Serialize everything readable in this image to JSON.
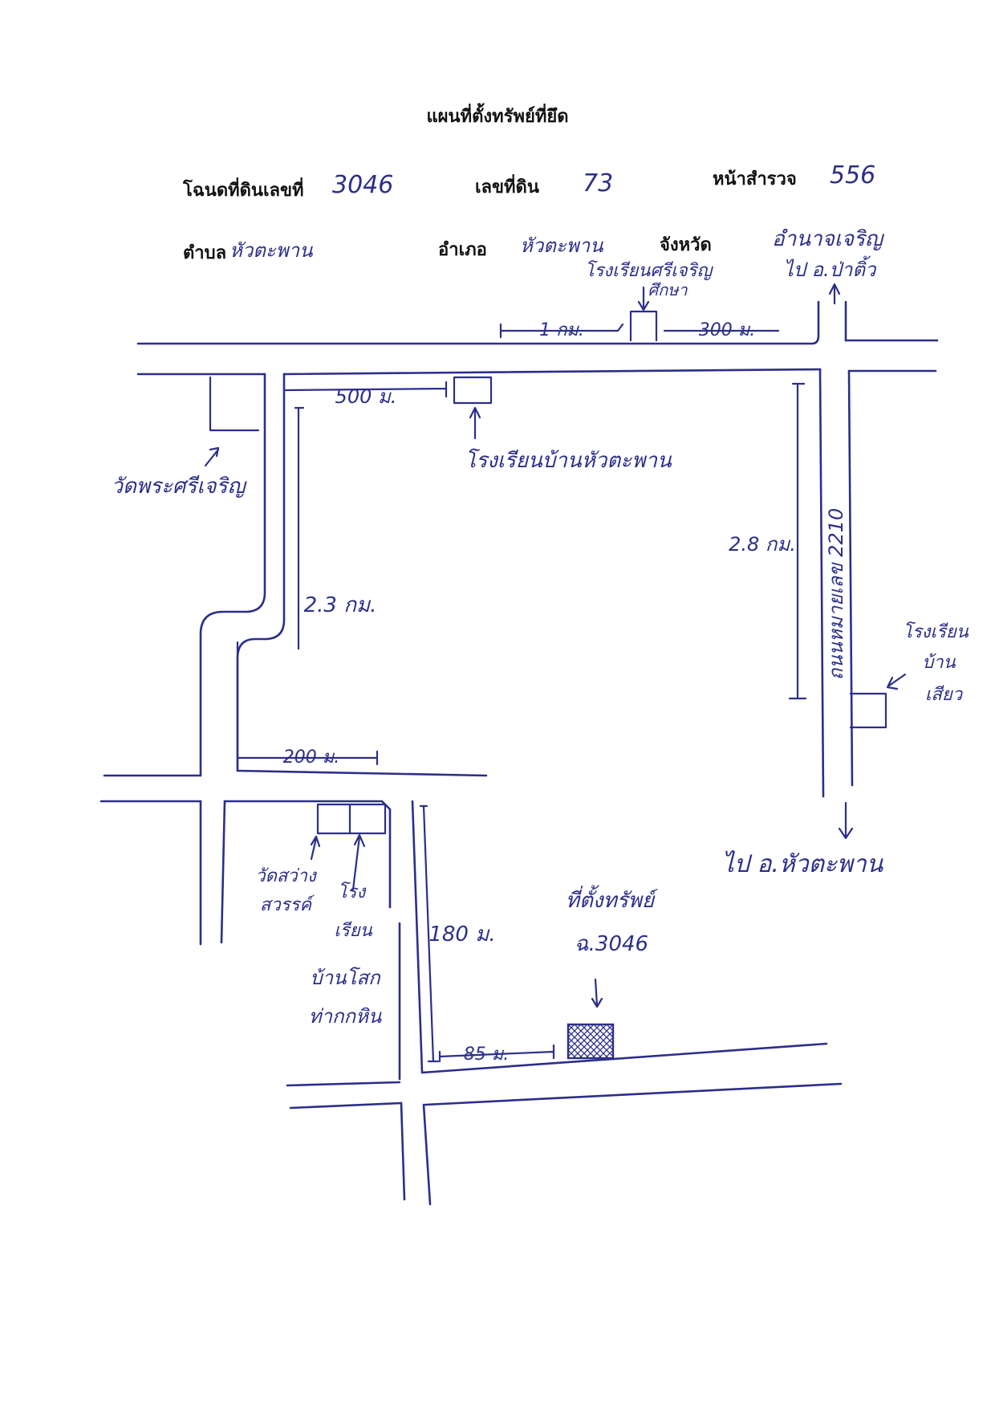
{
  "title": "แผนที่ตั้งทรัพย์ที่ยึด",
  "fields": {
    "deed_label": "โฉนดที่ดินเลขที่",
    "deed_value": "3046",
    "land_no_label": "เลขที่ดิน",
    "land_no_value": "73",
    "survey_label": "หน้าสำรวจ",
    "survey_value": "556",
    "subdistrict_label": "ตำบล",
    "subdistrict_value": "หัวตะพาน",
    "district_label": "อำเภอ",
    "district_value": "หัวตะพาน",
    "province_label": "จังหวัด",
    "province_value": "อำนาจเจริญ"
  },
  "map": {
    "school_sri_charoen_line1": "โรงเรียนศรีเจริญ",
    "school_sri_charoen_line2": "ศึกษา",
    "to_pa_tio": "ไป อ.ป่าติ้ว",
    "dist_1km": "1 กม.",
    "dist_300m": "300 ม.",
    "dist_500m": "500 ม.",
    "school_ban_hua_taphan": "โรงเรียนบ้านหัวตะพาน",
    "wat_phra_sri_charoen": "วัดพระศรีเจริญ",
    "dist_2_8km": "2.8 กม.",
    "highway_label": "ถนนหมายเลข 2210",
    "school_ban_lao_line1": "โรงเรียน",
    "school_ban_lao_line2": "บ้าน",
    "school_ban_lao_line3": "เสียว",
    "dist_2_3km": "2.3 กม.",
    "dist_200m": "200 ม.",
    "to_hua_taphan": "ไป อ.หัวตะพาน",
    "wat_sawan_line1": "วัดสว่าง",
    "wat_sawan_line2": "สวรรค์",
    "school_line1": "โรง",
    "school_line2": "เรียน",
    "school_line3": "บ้านโสก",
    "school_line4": "ท่ากกหิน",
    "dist_180m": "180 ม.",
    "property_line1": "ที่ตั้งทรัพย์",
    "property_line2": "ฉ.3046",
    "dist_85m": "85 ม."
  }
}
